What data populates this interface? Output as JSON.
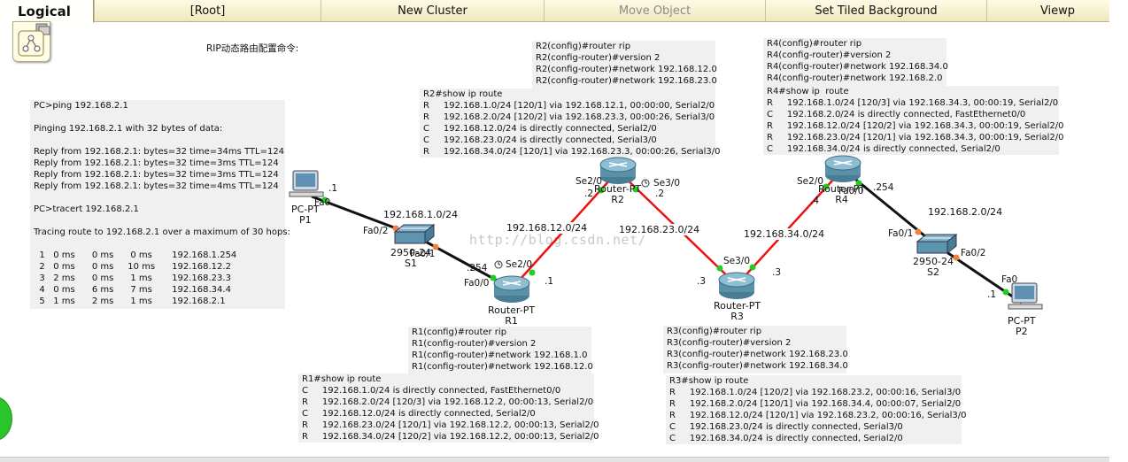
{
  "toolbar": {
    "logical_tab": "Logical",
    "root": "[Root]",
    "new_cluster": "New Cluster",
    "move_object": "Move Object",
    "set_tiled_background": "Set Tiled Background",
    "viewport": "Viewp"
  },
  "heading": "RIP动态路由配置命令:",
  "watermark": "http://blog.csdn.net/",
  "pc_panel": "PC>ping 192.168.2.1\n\nPinging 192.168.2.1 with 32 bytes of data:\n\nReply from 192.168.2.1: bytes=32 time=34ms TTL=124\nReply from 192.168.2.1: bytes=32 time=3ms TTL=124\nReply from 192.168.2.1: bytes=32 time=3ms TTL=124\nReply from 192.168.2.1: bytes=32 time=4ms TTL=124\n\nPC>tracert 192.168.2.1\n\nTracing route to 192.168.2.1 over a maximum of 30 hops:\n\n  1   0 ms      0 ms      0 ms       192.168.1.254\n  2   0 ms      0 ms     10 ms      192.168.12.2\n  3   2 ms      0 ms      1 ms       192.168.23.3\n  4   0 ms      6 ms      7 ms       192.168.34.4\n  5   1 ms      2 ms      1 ms       192.168.2.1",
  "r2_config": "R2(config)#router rip\nR2(config-router)#version 2\nR2(config-router)#network 192.168.12.0\nR2(config-router)#network 192.168.23.0",
  "r2_route": "R2#show ip route\nR     192.168.1.0/24 [120/1] via 192.168.12.1, 00:00:00, Serial2/0\nR     192.168.2.0/24 [120/2] via 192.168.23.3, 00:00:26, Serial3/0\nC     192.168.12.0/24 is directly connected, Serial2/0\nC     192.168.23.0/24 is directly connected, Serial3/0\nR     192.168.34.0/24 [120/1] via 192.168.23.3, 00:00:26, Serial3/0",
  "r4_config": "R4(config)#router rip\nR4(config-router)#version 2\nR4(config-router)#network 192.168.34.0\nR4(config-router)#network 192.168.2.0",
  "r4_route": "R4#show ip  route\nR     192.168.1.0/24 [120/3] via 192.168.34.3, 00:00:19, Serial2/0\nC     192.168.2.0/24 is directly connected, FastEthernet0/0\nR     192.168.12.0/24 [120/2] via 192.168.34.3, 00:00:19, Serial2/0\nR     192.168.23.0/24 [120/1] via 192.168.34.3, 00:00:19, Serial2/0\nC     192.168.34.0/24 is directly connected, Serial2/0",
  "r1_config": "R1(config)#router rip\nR1(config-router)#version 2\nR1(config-router)#network 192.168.1.0\nR1(config-router)#network 192.168.12.0",
  "r1_route": "R1#show ip route\nC     192.168.1.0/24 is directly connected, FastEthernet0/0\nR     192.168.2.0/24 [120/3] via 192.168.12.2, 00:00:13, Serial2/0\nC     192.168.12.0/24 is directly connected, Serial2/0\nR     192.168.23.0/24 [120/1] via 192.168.12.2, 00:00:13, Serial2/0\nR     192.168.34.0/24 [120/2] via 192.168.12.2, 00:00:13, Serial2/0",
  "r3_config": "R3(config)#router rip\nR3(config-router)#version 2\nR3(config-router)#network 192.168.23.0\nR3(config-router)#network 192.168.34.0",
  "r3_route": "R3#show ip route\nR     192.168.1.0/24 [120/2] via 192.168.23.2, 00:00:16, Serial3/0\nR     192.168.2.0/24 [120/1] via 192.168.34.4, 00:00:07, Serial2/0\nR     192.168.12.0/24 [120/1] via 192.168.23.2, 00:00:16, Serial3/0\nC     192.168.23.0/24 is directly connected, Serial3/0\nC     192.168.34.0/24 is directly connected, Serial2/0",
  "devices": {
    "p1": "PC-PT\nP1",
    "s1": "2950-24\nS1",
    "r1": "Router-PT\nR1",
    "r2": "Router-PT\nR2",
    "r3": "Router-PT\nR3",
    "r4": "Router-PT\nR4",
    "s2": "2950-24\nS2",
    "p2": "PC-PT\nP2"
  },
  "networks": {
    "n1": "192.168.1.0/24",
    "n12": "192.168.12.0/24",
    "n23": "192.168.23.0/24",
    "n34": "192.168.34.0/24",
    "n2": "192.168.2.0/24"
  },
  "ports": {
    "p1_fa0": "Fa0",
    "p1_ip": ".1",
    "s1_fa02": "Fa0/2",
    "s1_fa01": "Fa0/1",
    "r1_ip254": ".254",
    "r1_fa00": "Fa0/0",
    "r1_se20": "Se2/0",
    "r1_ip1": ".1",
    "r2_se20": "Se2/0",
    "r2_ip2a": ".2",
    "r2_se30": "Se3/0",
    "r2_ip2b": ".2",
    "r3_se30": "Se3/0",
    "r3_ip3a": ".3",
    "r3_ip3b": ".3",
    "r4_se20": "Se2/0",
    "r4_fa00": "Fa0/0",
    "r4_ip4": ".4",
    "r4_ip254": ".254",
    "s2_fa01": "Fa0/1",
    "s2_fa02": "Fa0/2",
    "p2_fa0": "Fa0",
    "p2_ip": ".1"
  },
  "colors": {
    "serial_link": "#ee1111",
    "ethernet_link": "#111111",
    "link_up": "#22cc22",
    "link_orange": "#f08040",
    "router_blue": "#5a90a8"
  }
}
